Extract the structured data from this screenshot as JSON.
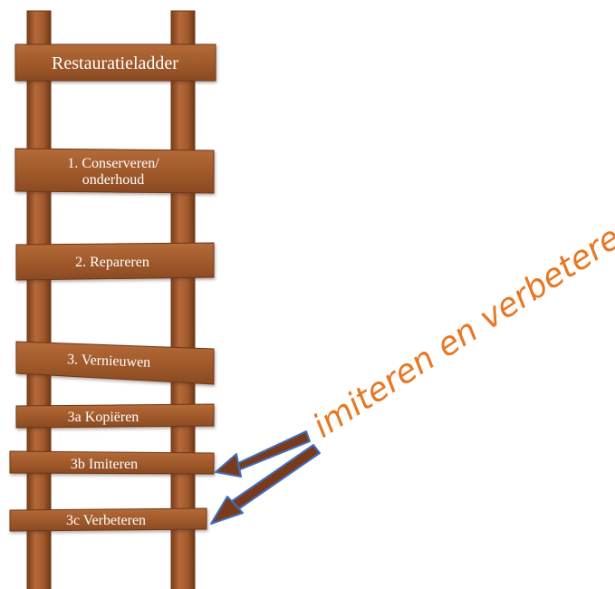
{
  "title": "Restauratieladder",
  "rungs": [
    {
      "line1": "1. Conserveren/",
      "line2": "onderhoud"
    },
    {
      "line1": "2. Repareren"
    },
    {
      "line1": "3. Vernieuwen"
    },
    {
      "line1": "3a Kopiëren"
    },
    {
      "line1": "3b Imiteren"
    },
    {
      "line1": "3c Verbeteren"
    }
  ],
  "annotation": "imiteren en verbeteren",
  "colors": {
    "wood": "#a15a2b",
    "wood_edge": "#6e3717",
    "wood_highlight": "#c0763f",
    "annotation": "#e87722",
    "arrow_fill": "#7a3a1c",
    "arrow_stroke": "#3f6fbf"
  }
}
